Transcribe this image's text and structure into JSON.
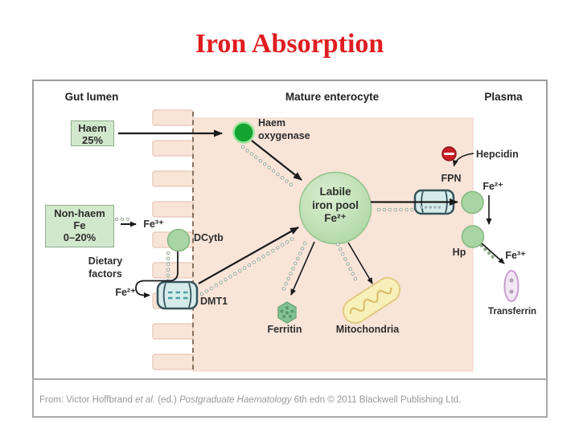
{
  "title": "Iron Absorption",
  "headers": {
    "gut_lumen": "Gut lumen",
    "mature_enterocyte": "Mature enterocyte",
    "plasma": "Plasma"
  },
  "gut": {
    "haem_box": {
      "line1": "Haem",
      "line2": "25%"
    },
    "nonhaem_box": {
      "line1": "Non-haem",
      "line2": "Fe",
      "line3": "0–20%"
    },
    "fe3": "Fe³⁺",
    "dietary": {
      "line1": "Dietary",
      "line2": "factors"
    },
    "fe2": "Fe²⁺"
  },
  "cell": {
    "haem_oxygenase": {
      "line1": "Haem",
      "line2": "oxygenase"
    },
    "dcytb": "DCytb",
    "dmt1": "DMT1",
    "pool": {
      "line1": "Labile",
      "line2": "iron pool",
      "line3": "Fe²⁺"
    },
    "ferritin": "Ferritin",
    "mitochondria": "Mitochondria",
    "fpn": "FPN"
  },
  "plasma": {
    "hepcidin": "Hepcidin",
    "fe2": "Fe²⁺",
    "hp": "Hp",
    "fe3": "Fe³⁺",
    "transferrin": "Transferrin"
  },
  "caption": {
    "prefix": "From: Victor Hoffbrand ",
    "etal": "et al.",
    "mid": " (ed.) ",
    "book": "Postgraduate Haematology",
    "suffix": " 6th edn © 2011 Blackwell Publishing Ltd."
  },
  "colors": {
    "title_red": "#e01d20",
    "cell_cytoplasm": "#f9e4d8",
    "green_box": "#d2e8cc",
    "iron_pool_green": "#b9dcb0",
    "haem_oxygenase_green": "#12a331",
    "transporter_blue": "#d6ecea",
    "hepcidin_red": "#c81f26",
    "mitochondria_yellow": "#f8f0ba",
    "ferritin_green": "#84c293",
    "transferrin_pink": "#f3e7f5",
    "arrow_black": "#1b1b1b",
    "caption_gray": "#98989a"
  }
}
